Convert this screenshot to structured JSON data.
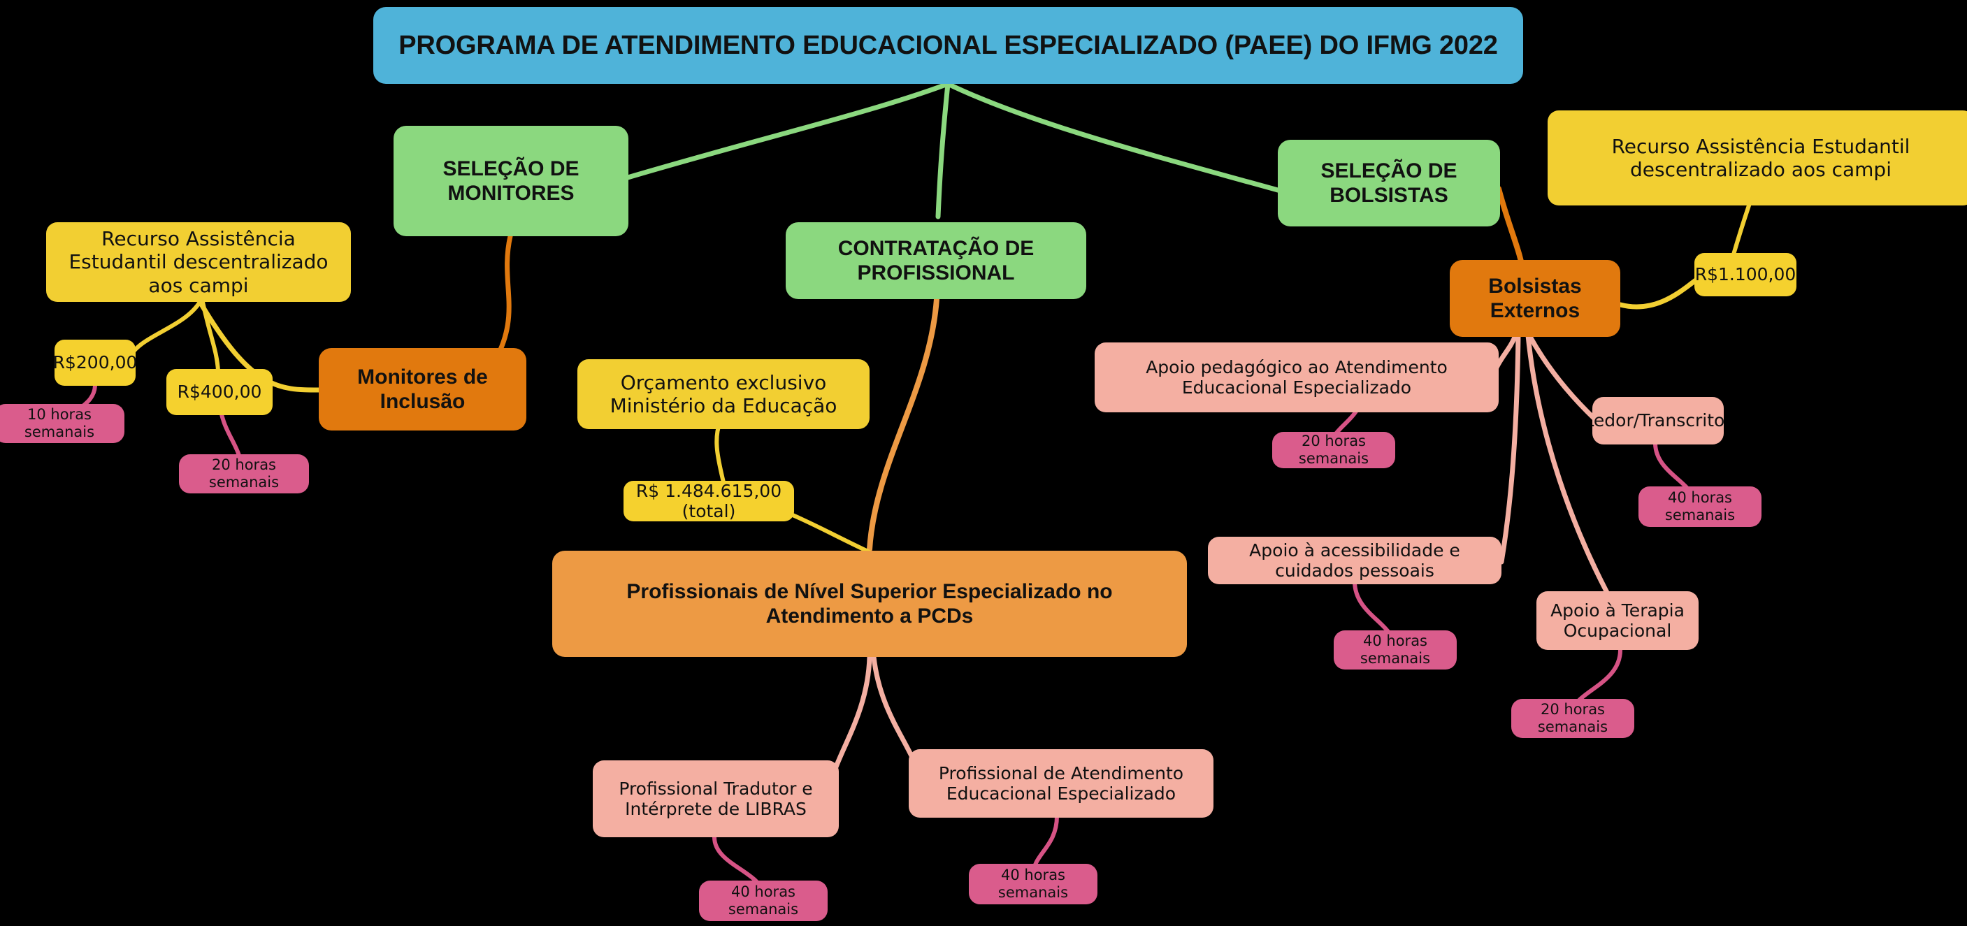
{
  "diagram": {
    "background_color": "#000000",
    "title_node": {
      "label": "PROGRAMA DE ATENDIMENTO EDUCACIONAL ESPECIALIZADO (PAEE) DO IFMG 2022",
      "color": "#4FB3D9"
    },
    "palette": {
      "root_blue": "#4FB3D9",
      "branch_green": "#8BD87F",
      "orange_dark": "#E1790E",
      "orange_light": "#ED9A44",
      "yellow": "#F2CF32",
      "pink_light": "#F4AFA2",
      "pink_dark": "#DA5C8C"
    },
    "branches": [
      {
        "id": "selecao-monitores",
        "label": "SELEÇÃO DE MONITORES",
        "color": "#8BD87F",
        "children": [
          {
            "id": "monitores-de-inclusao",
            "label": "Monitores de Inclusão",
            "color": "#E1790E",
            "children": [
              {
                "id": "recurso-assistencia-esquerda",
                "label": "Recurso Assistência Estudantil descentralizado aos campi",
                "color": "#F2CF32",
                "children": [
                  {
                    "id": "valor-200",
                    "label": "R$200,00",
                    "color": "#F5D12E",
                    "children": [
                      {
                        "id": "carga-10h",
                        "label": "10 horas semanais",
                        "color": "#DA5C8C"
                      }
                    ]
                  },
                  {
                    "id": "valor-400",
                    "label": "R$400,00",
                    "color": "#F5D12E",
                    "children": [
                      {
                        "id": "carga-20h-monitores",
                        "label": "20 horas semanais",
                        "color": "#DA5C8C"
                      }
                    ]
                  }
                ]
              }
            ]
          }
        ]
      },
      {
        "id": "contratacao-profissional",
        "label": "CONTRATAÇÃO DE PROFISSIONAL",
        "color": "#8BD87F",
        "children": [
          {
            "id": "profissionais-nivel-superior",
            "label": "Profissionais de Nível Superior Especializado no Atendimento a PCDs",
            "color": "#ED9A44",
            "children": [
              {
                "id": "orcamento-mec",
                "label": "Orçamento exclusivo Ministério da Educação",
                "color": "#F2CF32",
                "children": [
                  {
                    "id": "valor-total",
                    "label": "R$ 1.484.615,00 (total)",
                    "color": "#F5D12E"
                  }
                ]
              },
              {
                "id": "tradutor-libras",
                "label": "Profissional Tradutor e Intérprete de LIBRAS",
                "color": "#F4AFA2",
                "children": [
                  {
                    "id": "carga-40h-libras",
                    "label": "40 horas semanais",
                    "color": "#DA5C8C"
                  }
                ]
              },
              {
                "id": "profissional-aee",
                "label": "Profissional de Atendimento Educacional Especializado",
                "color": "#F4AFA2",
                "children": [
                  {
                    "id": "carga-40h-aee",
                    "label": "40 horas semanais",
                    "color": "#DA5C8C"
                  }
                ]
              }
            ]
          }
        ]
      },
      {
        "id": "selecao-bolsistas",
        "label": "SELEÇÃO DE BOLSISTAS",
        "color": "#8BD87F",
        "children": [
          {
            "id": "bolsistas-externos",
            "label": "Bolsistas Externos",
            "color": "#E1790E",
            "children": [
              {
                "id": "recurso-assistencia-direita",
                "label": "Recurso Assistência Estudantil descentralizado aos campi",
                "color": "#F2CF32",
                "children": [
                  {
                    "id": "valor-1100",
                    "label": "R$1.100,00",
                    "color": "#F5D12E"
                  }
                ]
              },
              {
                "id": "apoio-pedagogico",
                "label": "Apoio pedagógico ao Atendimento Educacional Especializado",
                "color": "#F4AFA2",
                "children": [
                  {
                    "id": "carga-20h-pedagogico",
                    "label": "20 horas semanais",
                    "color": "#DA5C8C"
                  }
                ]
              },
              {
                "id": "apoio-acessibilidade",
                "label": "Apoio à acessibilidade e cuidados pessoais",
                "color": "#F4AFA2",
                "children": [
                  {
                    "id": "carga-40h-acessibilidade",
                    "label": "40 horas semanais",
                    "color": "#DA5C8C"
                  }
                ]
              },
              {
                "id": "ledor-transcritor",
                "label": "Ledor/Transcritor",
                "color": "#F4AFA2",
                "children": [
                  {
                    "id": "carga-40h-ledor",
                    "label": "40 horas semanais",
                    "color": "#DA5C8C"
                  }
                ]
              },
              {
                "id": "apoio-terapia-ocupacional",
                "label": "Apoio à Terapia Ocupacional",
                "color": "#F4AFA2",
                "children": [
                  {
                    "id": "carga-20h-terapia",
                    "label": "20 horas semanais",
                    "color": "#DA5C8C"
                  }
                ]
              }
            ]
          }
        ]
      }
    ],
    "nodes": {
      "root": "PROGRAMA DE ATENDIMENTO EDUCACIONAL ESPECIALIZADO (PAEE) DO IFMG 2022",
      "selecao_monitores": "SELEÇÃO DE MONITORES",
      "contratacao_profissional": "CONTRATAÇÃO DE PROFISSIONAL",
      "selecao_bolsistas": "SELEÇÃO DE BOLSISTAS",
      "recurso_esquerda": "Recurso Assistência Estudantil descentralizado aos campi",
      "recurso_direita": "Recurso Assistência Estudantil descentralizado aos campi",
      "monitores_inclusao": "Monitores de Inclusão",
      "bolsistas_externos": "Bolsistas Externos",
      "valor_200": "R$200,00",
      "valor_400": "R$400,00",
      "valor_1100": "R$1.100,00",
      "carga_10h": "10 horas semanais",
      "carga_20h_monitores": "20 horas semanais",
      "orcamento_mec": "Orçamento exclusivo Ministério da Educação",
      "valor_total": "R$ 1.484.615,00 (total)",
      "profissionais_nivel_superior": "Profissionais de Nível Superior Especializado no Atendimento a PCDs",
      "tradutor_libras": "Profissional Tradutor e Intérprete de LIBRAS",
      "carga_40h_libras": "40 horas semanais",
      "profissional_aee": "Profissional de Atendimento Educacional Especializado",
      "carga_40h_aee": "40 horas semanais",
      "apoio_pedagogico": "Apoio pedagógico ao Atendimento Educacional Especializado",
      "carga_20h_pedagogico": "20 horas semanais",
      "apoio_acessibilidade": "Apoio à acessibilidade e cuidados pessoais",
      "carga_40h_acessibilidade": "40 horas semanais",
      "ledor_transcritor": "Ledor/Transcritor",
      "carga_40h_ledor": "40 horas semanais",
      "apoio_terapia": "Apoio à Terapia Ocupacional",
      "carga_20h_terapia": "20 horas semanais"
    }
  }
}
